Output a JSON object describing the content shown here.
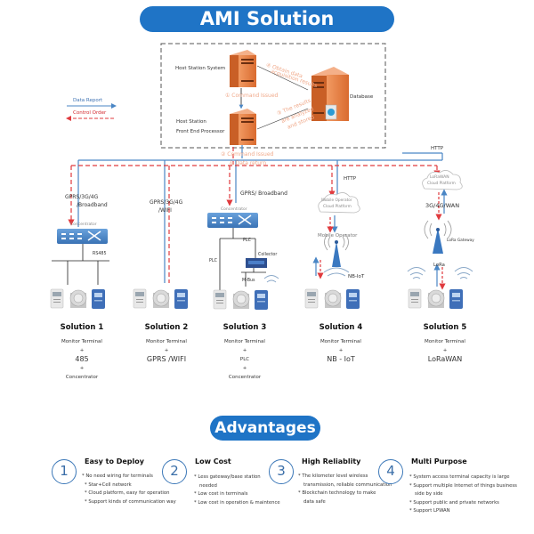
{
  "header": {
    "title": "AMI Solution"
  },
  "legend": {
    "data_report": "Data Report",
    "control_order": "Control Order",
    "data_report_color": "#4a86c5",
    "control_order_color": "#e03a3e"
  },
  "host": {
    "host_station_system": "Host Station System",
    "host_station_line1": "Host Station",
    "host_station_line2": "Front End Processor",
    "database": "Database",
    "step1": "① Command Issued",
    "step2_line1": "② Command Issued",
    "step2_line2": "& Data return",
    "step3_line1": "③ The results",
    "step3_line2": "are analyzed",
    "step3_line3": "and stored",
    "step4_line1": "④ Obtain data",
    "step4_line2": "acquisition results",
    "server_color": "#e8834a"
  },
  "network": {
    "http_top": "HTTP",
    "http_mid": "HTTP",
    "sol1_link_line1": "GPRS/3G/4G",
    "sol1_link_line2": "/Broadband",
    "sol2_link_line1": "GPRS/3G/4G",
    "sol2_link_line2": "/WIFI",
    "sol3_link": "GPRS/ Broadband",
    "concentrator": "Concentrator",
    "rs485": "RS485",
    "plc": "PLC",
    "collector": "Collector",
    "mbus": "M-Bus",
    "mobile_cloud_line1": "Mobile Operator",
    "mobile_cloud_line2": "Cloud Platform",
    "mobile_operator": "Mobile Operator",
    "nbiot": "NB-IoT",
    "lorawan_cloud_line1": "LoRaWAN",
    "lorawan_cloud_line2": "Cloud Platform",
    "lora_link": "3G/4G/WAN",
    "lora_gateway": "LoRa Gateway",
    "lora": "LoRa"
  },
  "solutions": [
    {
      "title": "Solution 1",
      "line1": "Monitor Terminal",
      "plus1": "+",
      "line2": "485",
      "plus2": "+",
      "line3": "Concentrator"
    },
    {
      "title": "Solution 2",
      "line1": "Monitor Terminal",
      "plus1": "+",
      "line2": "GPRS /WIFI"
    },
    {
      "title": "Solution 3",
      "line1": "Monitor Terminal",
      "plus1": "+",
      "line2": "PLC",
      "plus2": "+",
      "line3": "Concentrator"
    },
    {
      "title": "Solution 4",
      "line1": "Monitor Terminal",
      "plus1": "+",
      "line2": "NB - IoT"
    },
    {
      "title": "Solution 5",
      "line1": "Monitor Terminal",
      "plus1": "+",
      "line2": "LoRaWAN"
    }
  ],
  "advantages": {
    "title": "Advantages",
    "items": [
      {
        "number": "1",
        "title": "Easy to Deploy",
        "points": [
          "* No need wiring for terminals",
          "* Star+Cell network",
          "* Cloud platform, easy for operation",
          "* Support kinds of communication way"
        ]
      },
      {
        "number": "2",
        "title": "Low Cost",
        "points": [
          "* Less gateway/base station",
          "needed",
          "* Low cost in terminals",
          "* Low cost in operation & maintence"
        ]
      },
      {
        "number": "3",
        "title": "High Reliablity",
        "points": [
          "* The kilometer level wireless",
          "transmission, reliable communication",
          "* Blockchain technology to make",
          "data safe"
        ]
      },
      {
        "number": "4",
        "title": "Multi Purpose",
        "points": [
          "* System access terminal capacity is large",
          "* Support multiple Internet of things business",
          "side by side",
          "* Support public and private networks",
          "* Support LPWAN"
        ]
      }
    ]
  }
}
